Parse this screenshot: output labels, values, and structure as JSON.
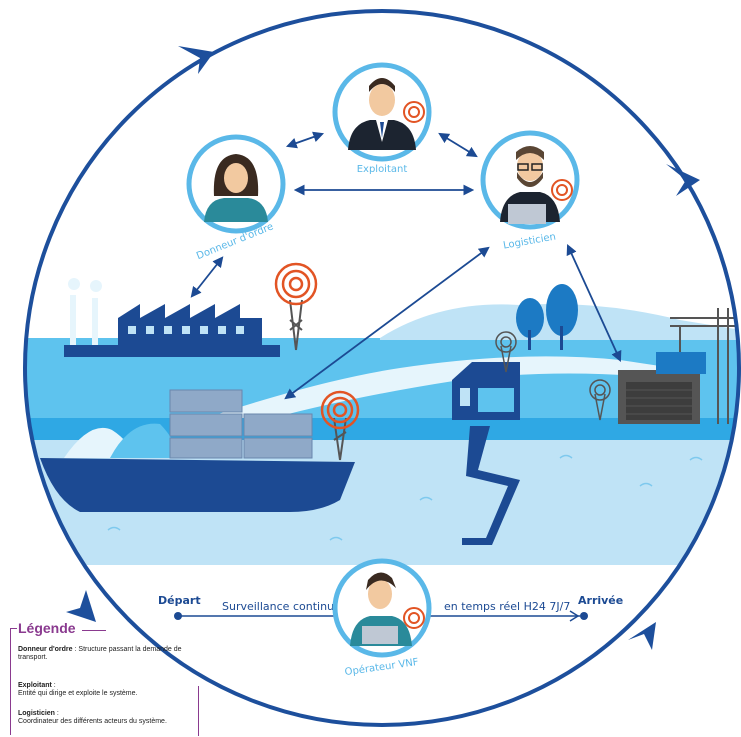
{
  "roles": {
    "exploitant": "Exploitant",
    "donneur": "Donneur d'ordre",
    "logisticien": "Logisticien",
    "operateur": "Opérateur VNF"
  },
  "timeline": {
    "depart": "Départ",
    "arrivee": "Arrivée",
    "left_text": "Surveillance continue",
    "right_text": "en temps réel H24 7J/7"
  },
  "legend": {
    "title": "Légende",
    "items": [
      {
        "term": "Donneur d'ordre",
        "sep": " : ",
        "desc": "Structure passant la demande de transport."
      },
      {
        "term": "Exploitant",
        "sep": " :",
        "desc": "Entité qui dirige et exploite le système."
      },
      {
        "term": "Logisticien",
        "sep": " :",
        "desc": "Coordinateur des différents acteurs du système."
      }
    ]
  },
  "colors": {
    "ring": "#1d4f9c",
    "water_light": "#bfe3f6",
    "water_mid": "#5ec3ee",
    "river": "#2fa8e4",
    "navy": "#1c4a93",
    "antenna": "#e25424",
    "label": "#5ab8e8",
    "legend": "#8a3a8f"
  }
}
